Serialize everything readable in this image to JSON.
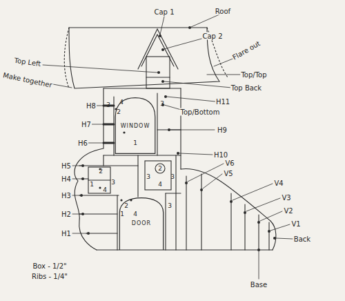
{
  "diagram": {
    "nodes": [
      {
        "text": [
          "WINDOW"
        ]
      },
      {
        "text": [
          "DOOR"
        ]
      }
    ],
    "labels": [
      "Cap 1",
      "Roof",
      "Cap 2",
      "Flare out",
      "Top Left",
      "Top/Top",
      "Make together",
      "Top Back",
      "H11",
      "Top/Bottom",
      "H8",
      "H7",
      "H9",
      "H6",
      "H5",
      "H10",
      "V6",
      "V5",
      "H4",
      "V4",
      "V3",
      "V2",
      "V1",
      "H3",
      "H2",
      "Back",
      "H1",
      "Base",
      "Box - 1/2\"",
      "Ribs - 1/4\"",
      "4",
      "2",
      "3",
      "3",
      "1",
      "2",
      "1",
      "3",
      "4",
      "2",
      "3",
      "3",
      "4",
      "2",
      "1",
      "4",
      "3"
    ]
  }
}
